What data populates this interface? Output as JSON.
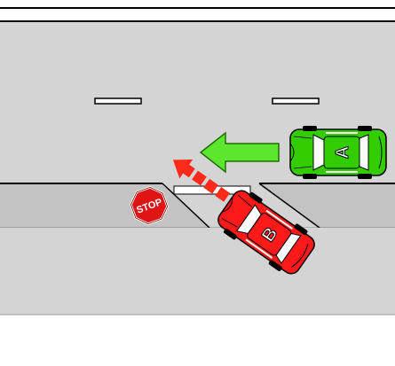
{
  "scene": {
    "vehicles": [
      {
        "id": "A",
        "label": "A",
        "color": "#33cc00",
        "heading": "west"
      },
      {
        "id": "B",
        "label": "B",
        "color": "#ff1a1a",
        "heading": "northwest"
      }
    ],
    "sign": {
      "text": "STOP",
      "color": "#e01414"
    },
    "arrows": [
      {
        "vehicle": "A",
        "color": "#5ce62e",
        "style": "solid"
      },
      {
        "vehicle": "B",
        "color": "#ff2a1a",
        "style": "dashed"
      }
    ],
    "colors": {
      "road": "#d4d4d4",
      "sidewalk": "#c3c3c3",
      "lane_marking": "#ffffff",
      "outline": "#000000"
    }
  }
}
